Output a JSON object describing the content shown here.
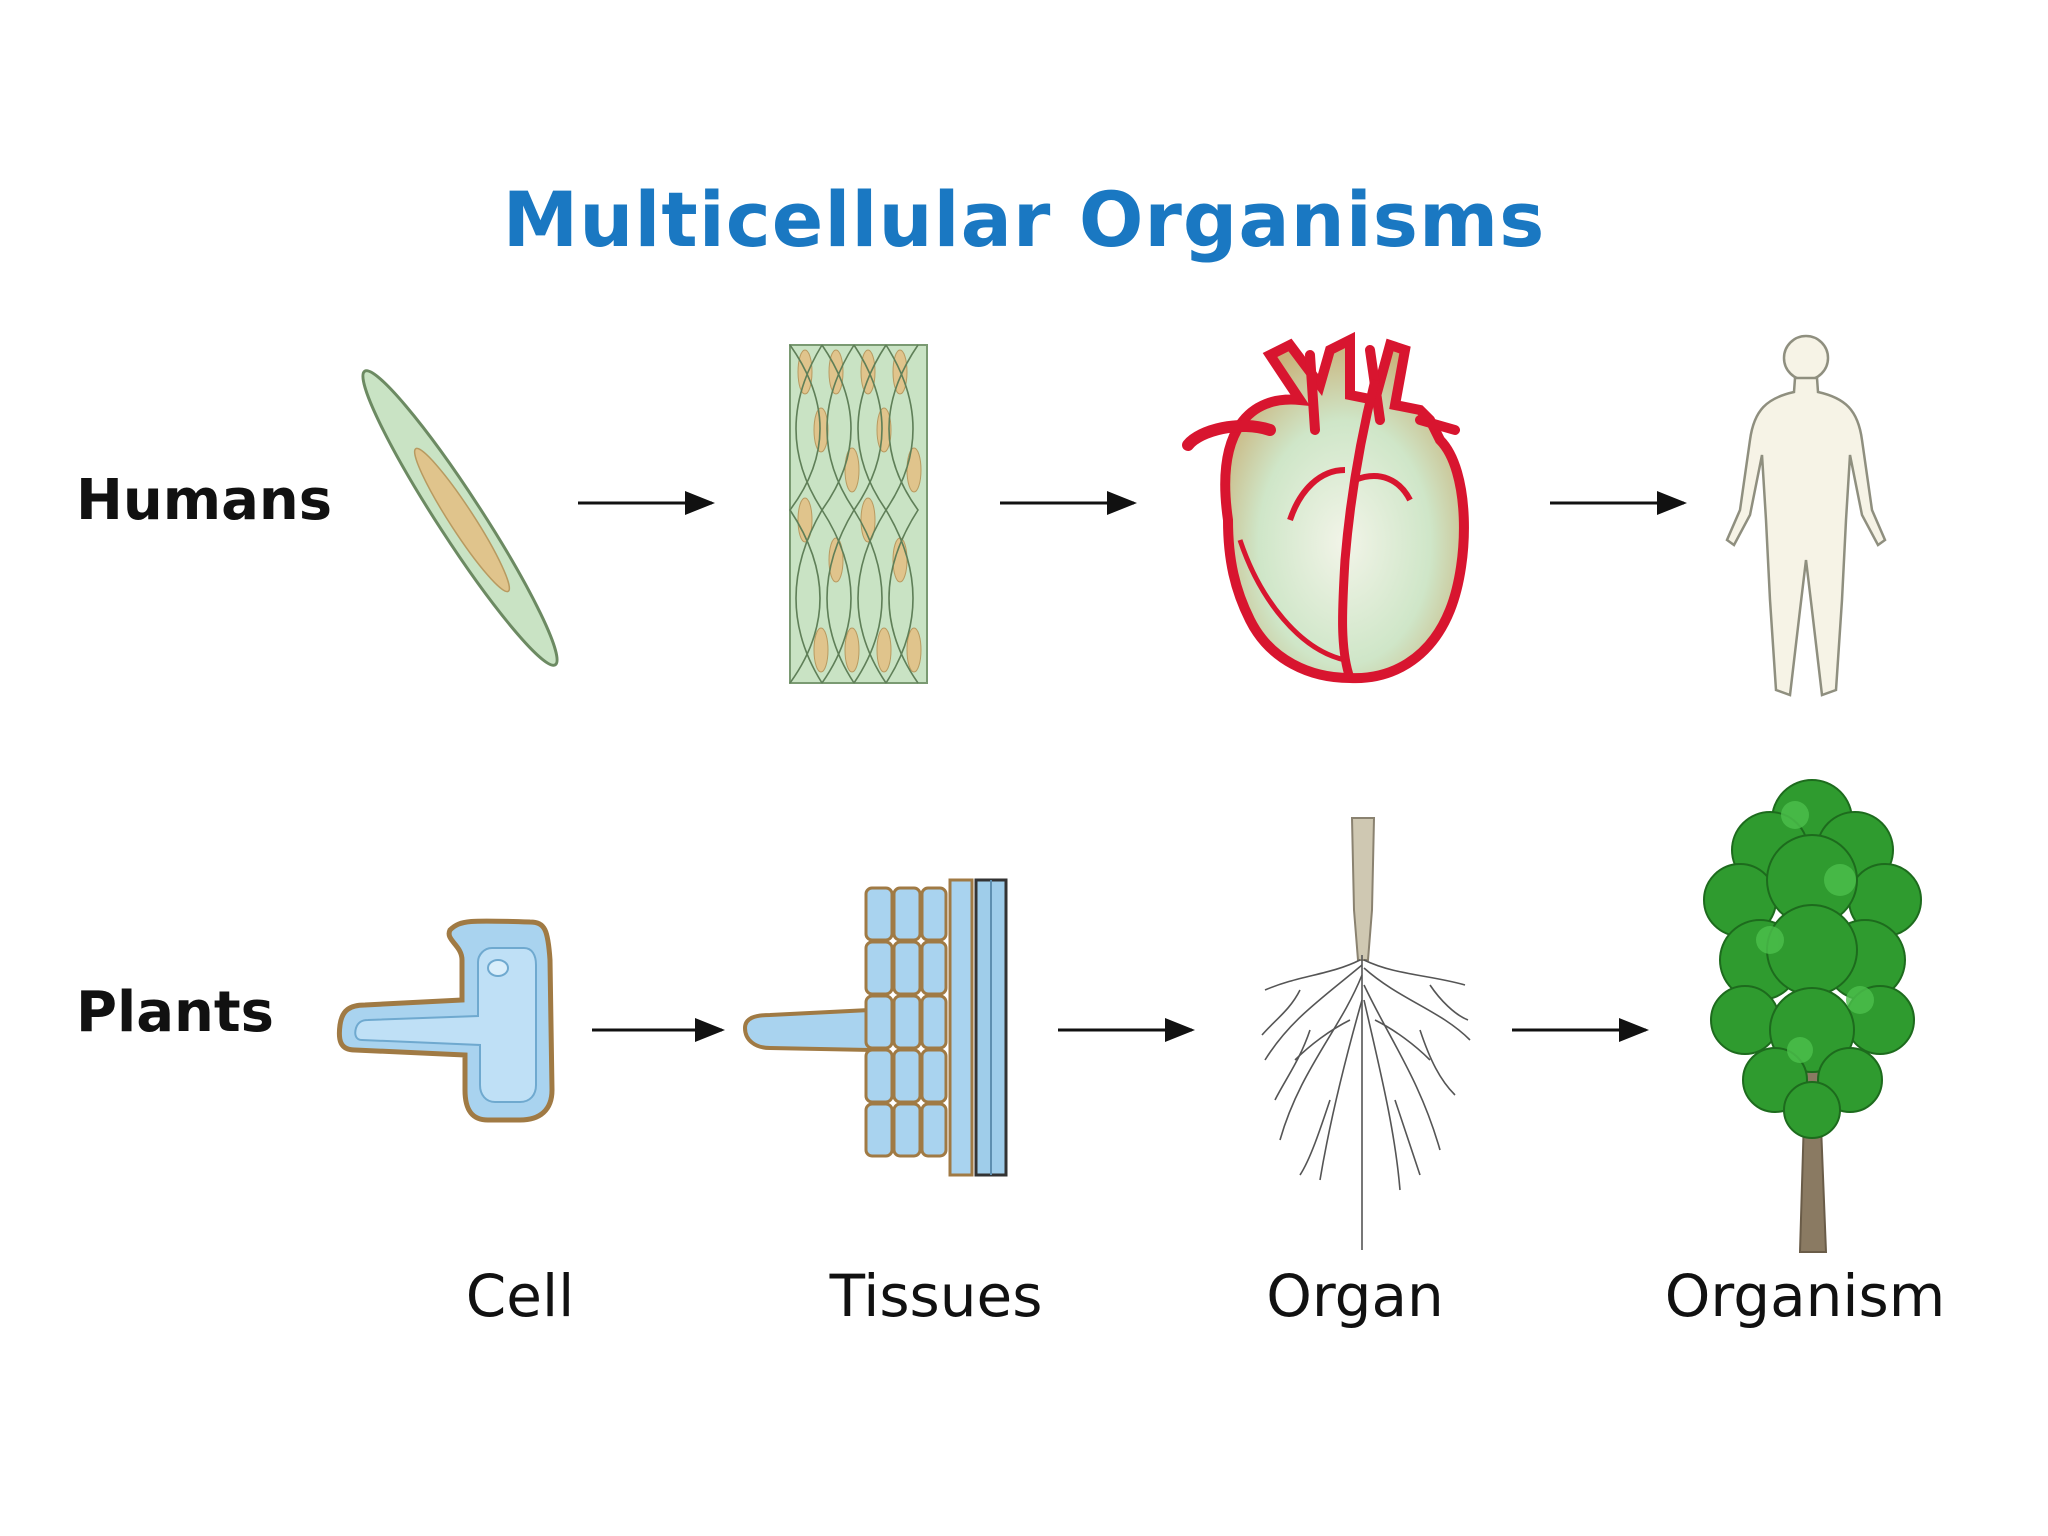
{
  "title": "Multicellular Organisms",
  "rows": {
    "humans": "Humans",
    "plants": "Plants"
  },
  "stages": [
    "Cell",
    "Tissues",
    "Organ",
    "Organism"
  ],
  "colors": {
    "title": "#1a78c2",
    "muscle_fill": "#c9e3c4",
    "muscle_nucleus": "#e0c48c",
    "heart_red": "#d8152f",
    "plant_cell_fill": "#a9d3ef",
    "plant_wall": "#a07a44",
    "tree_green": "#2f9b2f",
    "trunk": "#8a7a62"
  }
}
